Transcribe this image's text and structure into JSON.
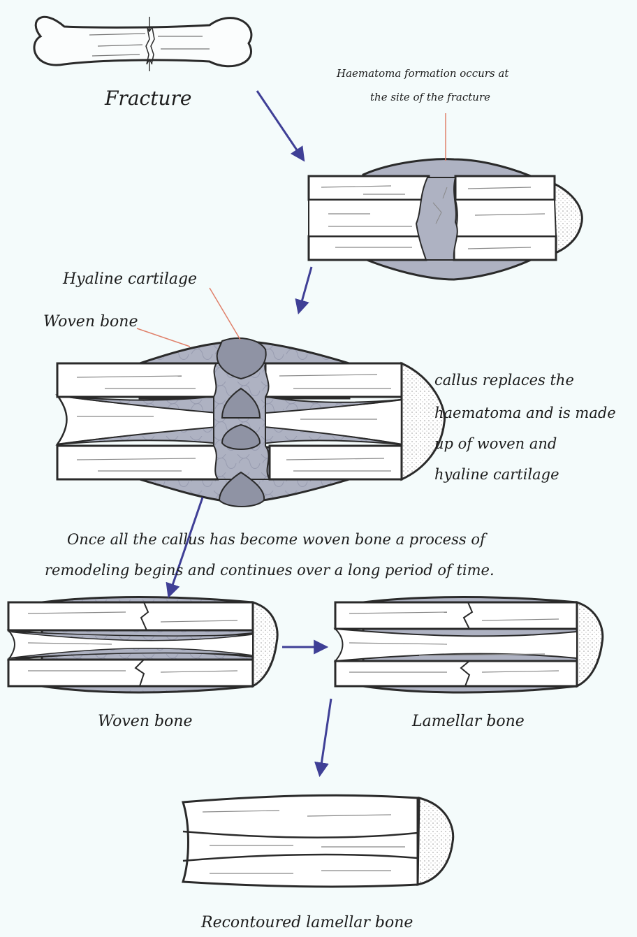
{
  "labels": {
    "fracture": "Fracture",
    "haematoma_line1": "Haematoma formation occurs at",
    "haematoma_line2": "the site of the fracture",
    "hyaline": "Hyaline cartilage",
    "woven_top": "Woven bone",
    "callus_line1": "callus replaces the",
    "callus_line2": "haematoma and is made",
    "callus_line3": "up of woven and",
    "callus_line4": "hyaline cartilage",
    "remodel_line1": "Once all the callus has become woven bone a process of",
    "remodel_line2": "remodeling begins and continues over a long period of time.",
    "woven_bottom": "Woven bone",
    "lamellar": "Lamellar bone",
    "recontoured": "Recontoured lamellar bone"
  },
  "colors": {
    "background": "#f4fbfb",
    "bone_fill": "#ffffff",
    "outline": "#2a2a2a",
    "callus_fill": "#aeb2c2",
    "cartilage_fill": "#8f93a4",
    "arrow": "#3f3f96",
    "pointer": "#e0806a"
  }
}
